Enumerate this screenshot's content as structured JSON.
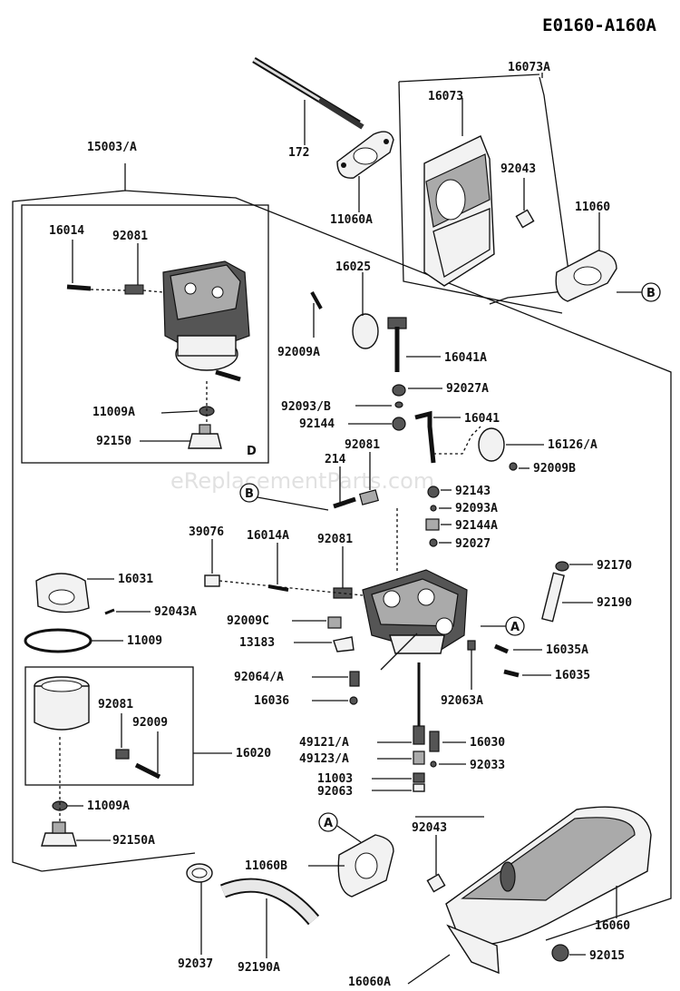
{
  "ref_code": "E0160-A160A",
  "watermark": "eReplacementParts.com",
  "callouts": {
    "a": "A",
    "b": "B",
    "d": "D"
  },
  "labels": {
    "p172": "172",
    "p16073": "16073",
    "p16073A": "16073A",
    "p92043": "92043",
    "p11060": "11060",
    "p11060A": "11060A",
    "p15003A": "15003/A",
    "p16014": "16014",
    "p92081_top": "92081",
    "p11009A_top": "11009A",
    "p92150": "92150",
    "p16025": "16025",
    "p92009A": "92009A",
    "p16041A": "16041A",
    "p92027A": "92027A",
    "p92093B": "92093/B",
    "p92144": "92144",
    "p16041": "16041",
    "p16126A": "16126/A",
    "p92009B": "92009B",
    "p214": "214",
    "p92081_mid": "92081",
    "p92143": "92143",
    "p92093A": "92093A",
    "p92144A": "92144A",
    "p39076": "39076",
    "p16014A": "16014A",
    "p92081_c": "92081",
    "p92027": "92027",
    "p16031": "16031",
    "p92043A": "92043A",
    "p92170": "92170",
    "p92190": "92190",
    "p92009C": "92009C",
    "p11009": "11009",
    "p13183": "13183",
    "p16035A": "16035A",
    "p16035": "16035",
    "p92064A": "92064/A",
    "p16036": "16036",
    "p92063A": "92063A",
    "p92081_l": "92081",
    "p92009": "92009",
    "p16020": "16020",
    "p49121A": "49121/A",
    "p16030": "16030",
    "p49123A": "49123/A",
    "p92033": "92033",
    "p11003": "11003",
    "p92063": "92063",
    "p11009A_bot": "11009A",
    "p92150A": "92150A",
    "p92043_bot": "92043",
    "p11060B": "11060B",
    "p16060": "16060",
    "p92037": "92037",
    "p92190A": "92190A",
    "p16060A": "16060A",
    "p92015": "92015"
  }
}
